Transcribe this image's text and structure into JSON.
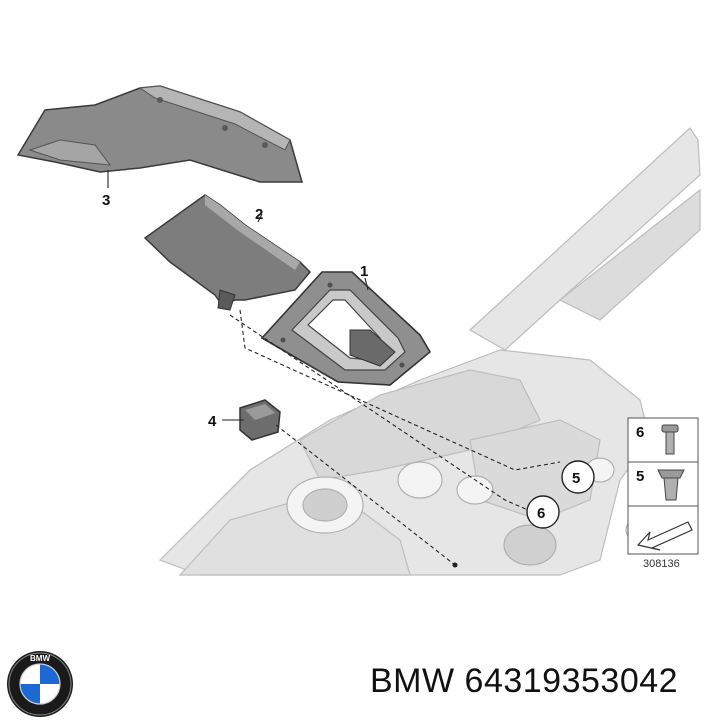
{
  "callouts": {
    "c1": "1",
    "c2": "2",
    "c3": "3",
    "c4": "4",
    "c5": "5",
    "c6": "6"
  },
  "legend": {
    "item6_label": "6",
    "item5_label": "5",
    "figure_number": "308136"
  },
  "caption": {
    "brand": "BMW",
    "part_number": "64319353042"
  },
  "logo": {
    "letters": "BMW",
    "colors": {
      "blue": "#1c69d4",
      "ring": "#1a1a1a"
    }
  }
}
